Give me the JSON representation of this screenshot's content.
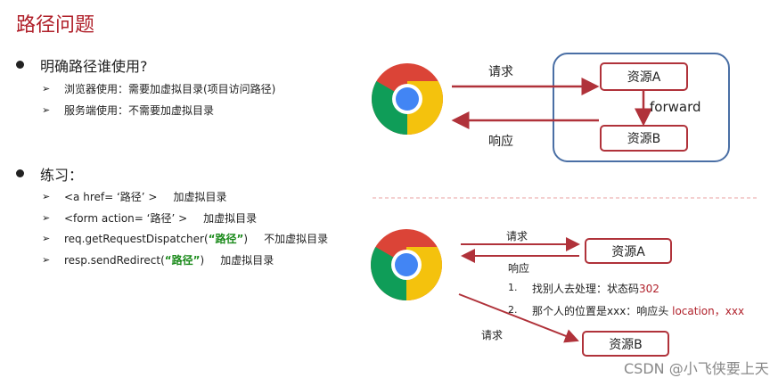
{
  "title": "路径问题",
  "section1": {
    "heading": "明确路径谁使用?",
    "items": [
      "浏览器使用：需要加虚拟目录(项目访问路径)",
      "服务端使用：不需要加虚拟目录"
    ]
  },
  "section2": {
    "heading": "练习：",
    "items": [
      {
        "code_pre": "<a href= ‘路径’ >",
        "code_str": "",
        "code_post": "",
        "note": "加虚拟目录"
      },
      {
        "code_pre": "<form action= ‘路径’ >",
        "code_str": "",
        "code_post": "",
        "note": "加虚拟目录"
      },
      {
        "code_pre": "req.getRequestDispatcher(",
        "code_str": "“路径”",
        "code_post": ")",
        "note": "不加虚拟目录"
      },
      {
        "code_pre": "resp.sendRedirect(",
        "code_str": "“路径”",
        "code_post": ")",
        "note": "加虚拟目录"
      }
    ]
  },
  "forward_diagram": {
    "request": "请求",
    "response": "响应",
    "resource_a": "资源A",
    "resource_b": "资源B",
    "forward": "forward"
  },
  "redirect_diagram": {
    "request": "请求",
    "response": "响应",
    "resource_a": "资源A",
    "resource_b": "资源B",
    "request2": "请求",
    "steps": [
      {
        "num": "1.",
        "text": "找别人去处理：状态码",
        "highlight": "302"
      },
      {
        "num": "2.",
        "text": "那个人的位置是xxx：响应头 ",
        "highlight": "location，xxx"
      }
    ]
  },
  "watermark": "CSDN @小飞侠要上天",
  "colors": {
    "accent": "#b0202a",
    "arrow": "#b0323a",
    "container": "#4a6fa5"
  }
}
